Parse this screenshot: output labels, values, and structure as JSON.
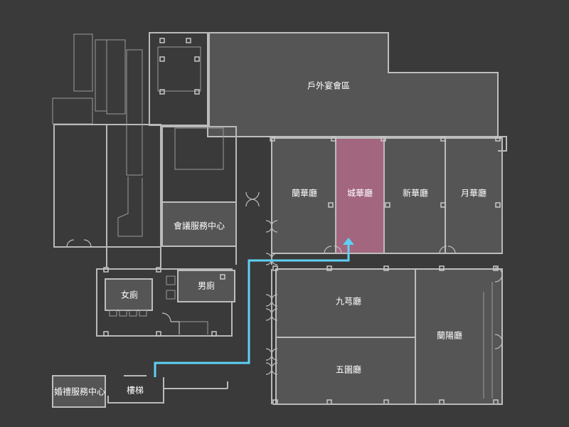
{
  "colors": {
    "background": "#3a3a3a",
    "floor": "#555555",
    "highlight": "#a2667f",
    "route": "#5fd0f5",
    "wall": "#bdbdbd"
  },
  "rooms": {
    "outdoor": "戶外宴會區",
    "lanhua": "蘭華廳",
    "chenghua": "城華廳",
    "xinhua": "新華廳",
    "yuehua": "月華廳",
    "meeting_center": "會議服務中心",
    "women_restroom": "女廁",
    "men_restroom": "男廁",
    "jiuru": "九芎廳",
    "wuyuan": "五園廳",
    "lanyang": "蘭陽廳",
    "wedding_center": "婚禮服務中心",
    "stairs": "樓梯"
  },
  "selected_room": "城華廳"
}
